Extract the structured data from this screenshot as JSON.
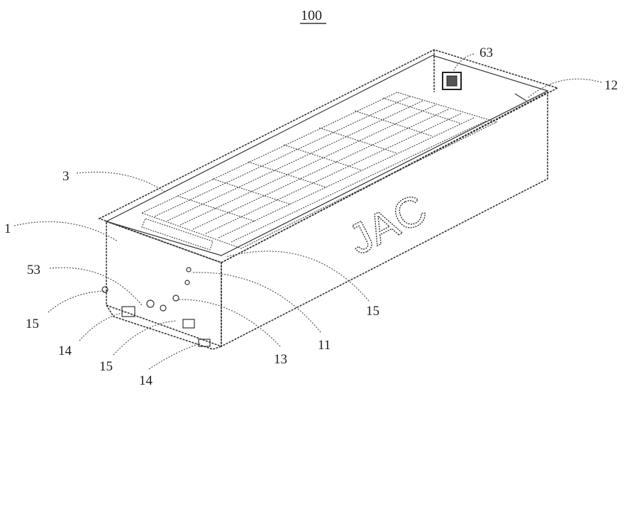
{
  "figure": {
    "number": "100",
    "brand_mark": "JAC"
  },
  "callouts": {
    "c63": "63",
    "c12": "12",
    "c3": "3",
    "c1": "1",
    "c53": "53",
    "c15a": "15",
    "c14a": "14",
    "c15b": "15",
    "c14b": "14",
    "c13": "13",
    "c11": "11",
    "c15c": "15"
  },
  "colors": {
    "line": "#333333",
    "background": "#ffffff"
  }
}
